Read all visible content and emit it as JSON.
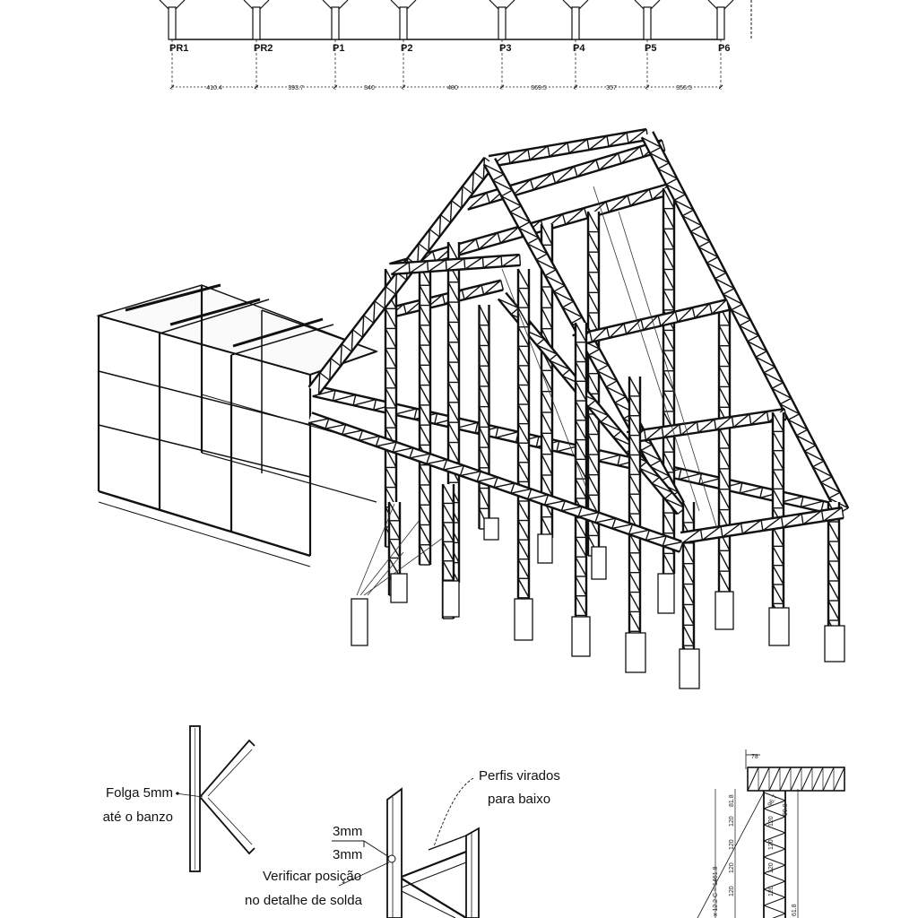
{
  "plan": {
    "columns": [
      "PR1",
      "PR2",
      "P1",
      "P2",
      "P3",
      "P4",
      "P5",
      "P6"
    ],
    "spacings": [
      "410.4",
      "393.7",
      "340",
      "480",
      "369.5",
      "357",
      "356.5"
    ]
  },
  "details": {
    "note_gap_line1": "Folga 5mm",
    "note_gap_line2": "até o banzo",
    "note_weld_top": "3mm",
    "note_weld_bottom": "3mm",
    "note_check_line1": "Verificar posição",
    "note_check_line2": "no detalhe de solda",
    "note_profiles_line1": "Perfis virados",
    "note_profiles_line2": "para baixo"
  },
  "section": {
    "top_dim": "78",
    "first_offset": "81.8",
    "module": "120",
    "total": "x 12.2 C = 1461.8",
    "small_1": "90.8",
    "small_2": "96.7",
    "small_3": "61.8"
  }
}
